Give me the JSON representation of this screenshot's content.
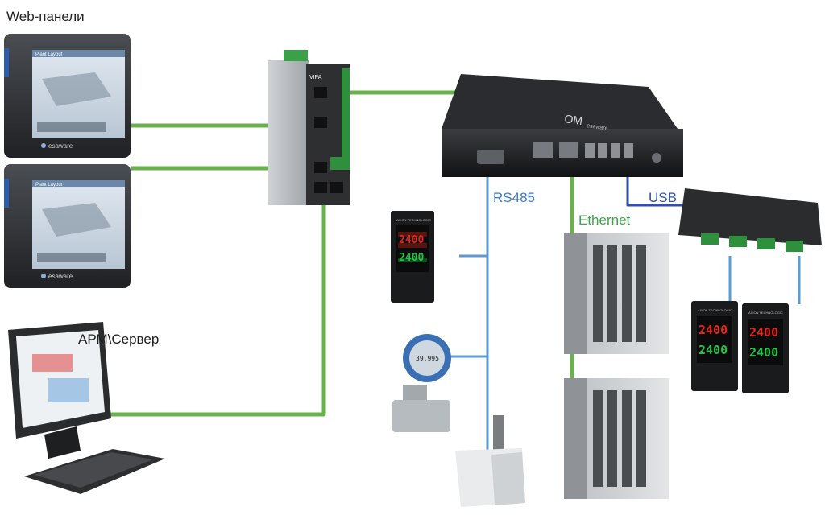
{
  "labels": {
    "web_panels": "Web-панели",
    "workstation": "АРМ\\Сервер",
    "rs485": "RS485",
    "ethernet": "Ethernet",
    "usb": "USB"
  },
  "devices": {
    "panel_screen_title": "Plant Layout",
    "panel_brand": "esaware",
    "switch_brand": "VIPA",
    "ipc_brand": "esaware",
    "ipc_logo": "OM",
    "controller_display_top": "2400",
    "controller_display_bottom": "2400",
    "controller_brand": "AXION TECHNOLOGIC",
    "transmitter_display": "39.995"
  },
  "colors": {
    "ethernet_cable": "#6ab04c",
    "serial_cable": "#5b9bd5",
    "usb_cable": "#2f4fb0",
    "label_text": "#222222",
    "ethernet_text": "#3fa34d",
    "rs485_text": "#3a7ac7",
    "usb_text": "#2b4fa8",
    "display_red": "#e0281e",
    "display_green": "#25c24a"
  }
}
